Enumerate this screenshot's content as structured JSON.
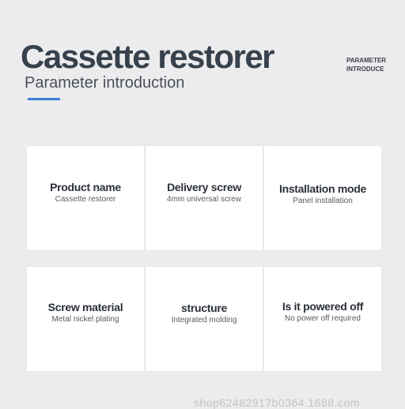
{
  "header": {
    "title": "Cassette restorer",
    "subtitle": "Parameter introduction",
    "side_tag": [
      "PARAMETER",
      "INTRODUCE"
    ],
    "accent_color": "#3b7ed6"
  },
  "cards": [
    {
      "heading": "Product name",
      "value": "Cassette restorer"
    },
    {
      "heading": "Delivery screw",
      "value": "4mm universal screw"
    },
    {
      "heading": "Installation mode",
      "value": "Panel installation"
    },
    {
      "heading": "Screw material",
      "value": "Metal nickel plating"
    },
    {
      "heading": "structure",
      "value": "Integrated molding"
    },
    {
      "heading": "Is it powered off",
      "value": "No power off required"
    }
  ],
  "watermark": "shop62482917b0364.1688.com"
}
